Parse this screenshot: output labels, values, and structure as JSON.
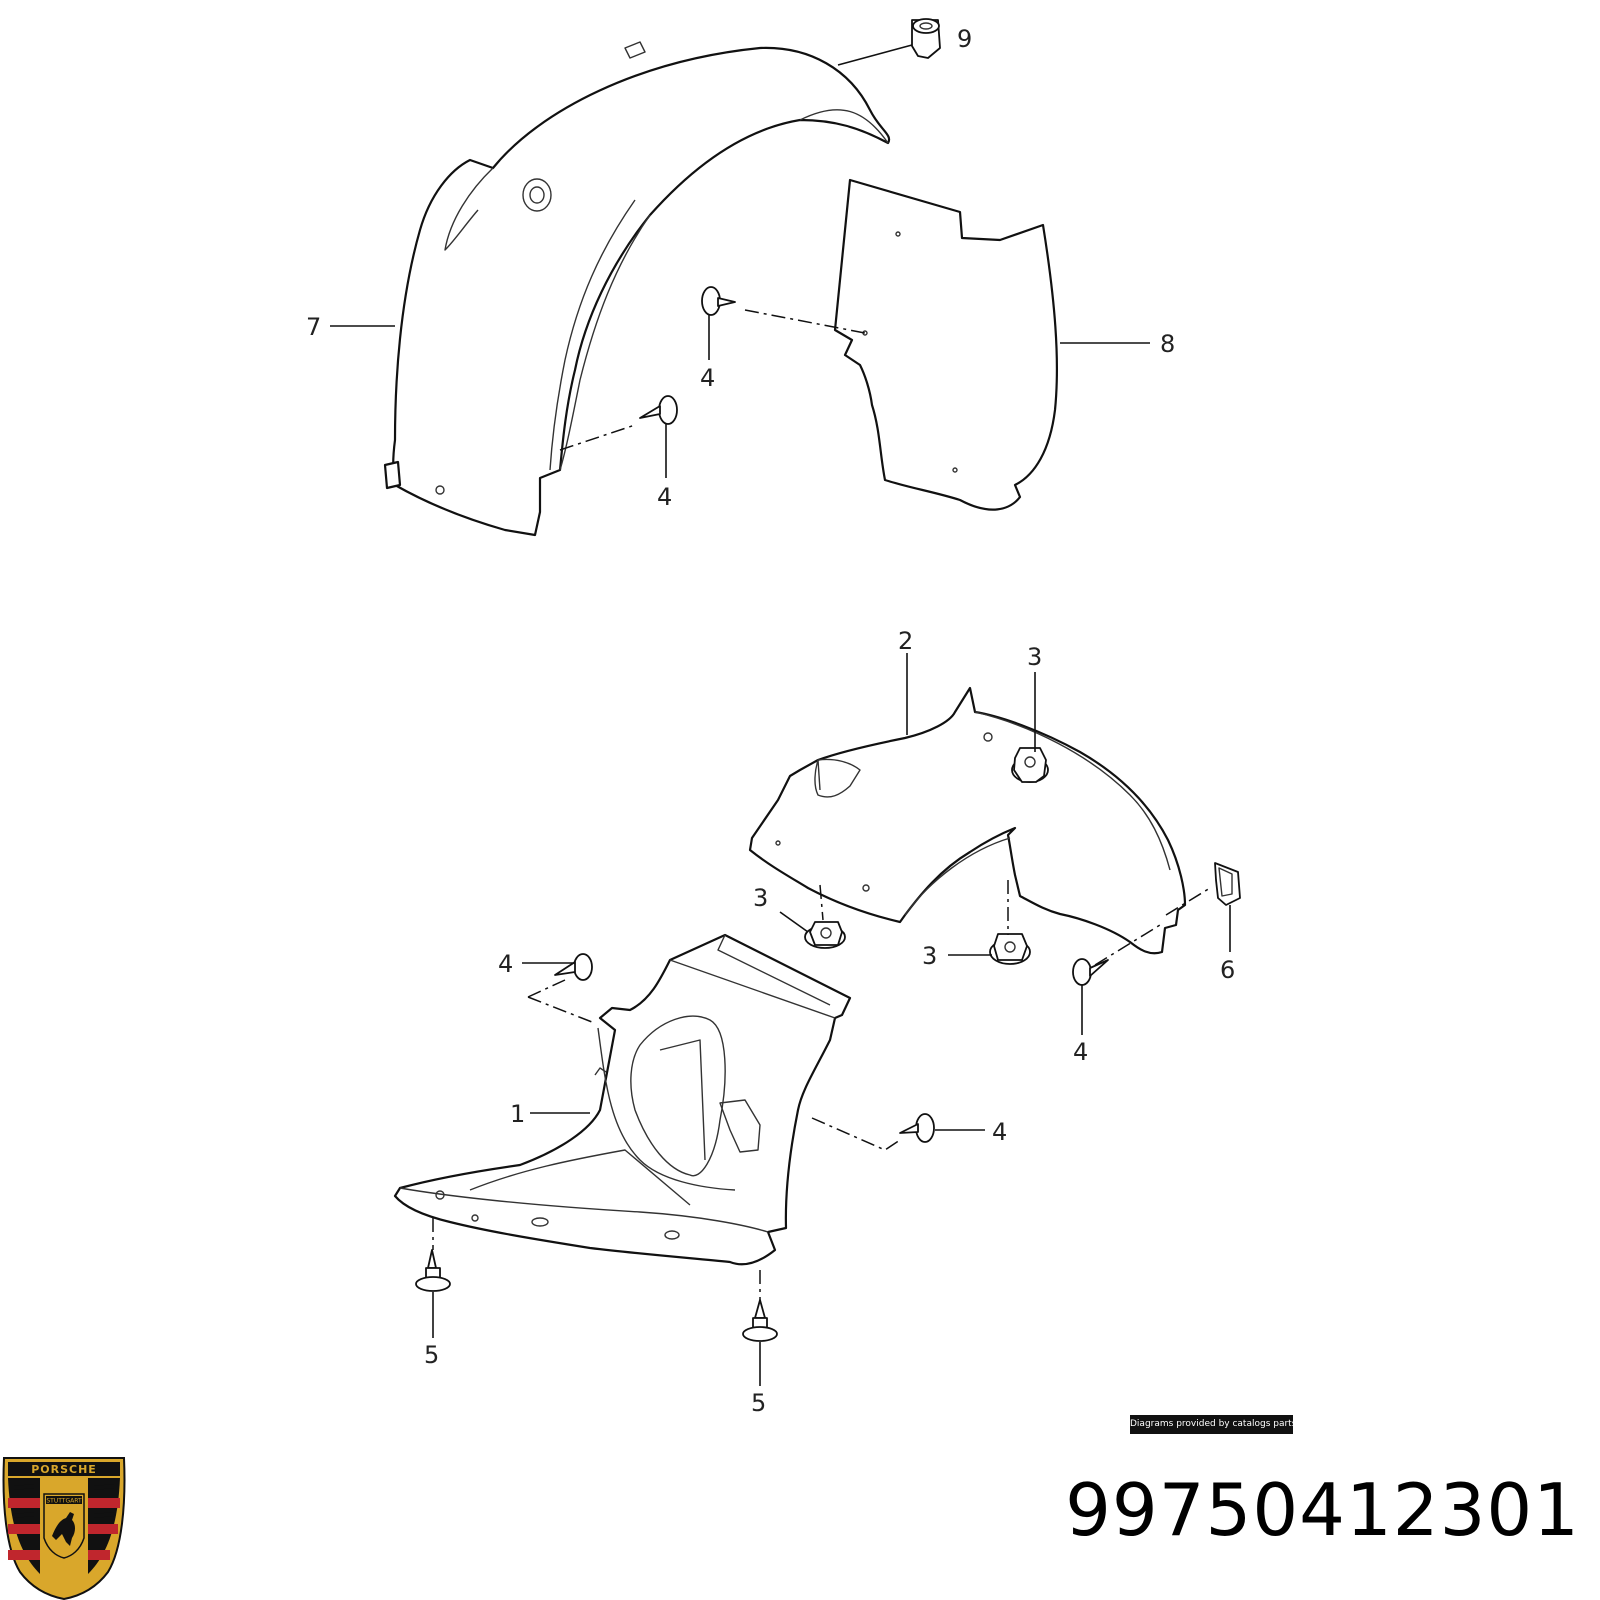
{
  "callouts": {
    "c1": "1",
    "c2": "2",
    "c3a": "3",
    "c3b": "3",
    "c3c": "3",
    "c4a": "4",
    "c4b": "4",
    "c4c": "4",
    "c4d": "4",
    "c4e": "4",
    "c5a": "5",
    "c5b": "5",
    "c6": "6",
    "c7": "7",
    "c8": "8",
    "c9": "9"
  },
  "credit": "Diagrams provided by catalogs parts",
  "part_number": "99750412301",
  "logo": {
    "wordmark": "PORSCHE",
    "city": "STUTTGART"
  },
  "colors": {
    "line": "#111111",
    "crest_gold": "#d9a72b",
    "crest_red": "#c0262d",
    "crest_black": "#111111"
  }
}
